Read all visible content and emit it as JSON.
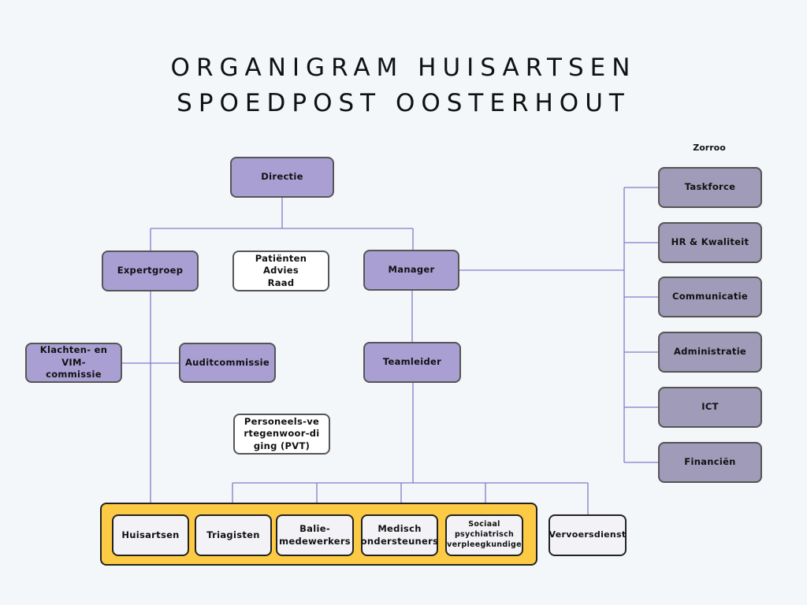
{
  "title": {
    "line1": "ORGANIGRAM HUISARTSEN",
    "line2": "SPOEDPOST OOSTERHOUT"
  },
  "nodes": {
    "directie": "Directie",
    "expertgroep": "Expertgroep",
    "patienten": "Patiënten Advies Raad",
    "manager": "Manager",
    "klachten": "Klachten- en VIM-commissie",
    "audit": "Auditcommissie",
    "teamleider": "Teamleider",
    "pvt": "Personeels-vertegenwoor-diging (PVT)",
    "huisartsen": "Huisartsen",
    "triagisten": "Triagisten",
    "balie": "Balie-medewerkers",
    "medisch": "Medisch ondersteuners",
    "sociaal": "Sociaal psychiatrisch verpleegkundige",
    "vervoersdienst": "Vervoersdienst"
  },
  "zorroo": {
    "label": "Zorroo",
    "items": [
      "Taskforce",
      "HR & Kwaliteit",
      "Communicatie",
      "Administratie",
      "ICT",
      "Financiën"
    ]
  },
  "colors": {
    "primary": "#a99fd3",
    "secondary": "#9f9bb8",
    "highlight": "#fdca45",
    "line": "#8877cc"
  }
}
